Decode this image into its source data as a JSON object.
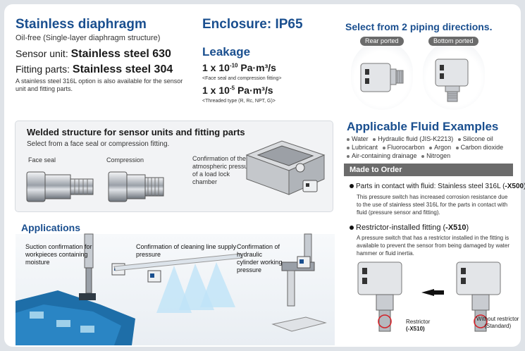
{
  "diaphragm": {
    "title": "Stainless diaphragm",
    "subtitle": "Oil-free (Single-layer diaphragm structure)",
    "sensor_prefix": "Sensor unit: ",
    "sensor_material": "Stainless steel 630",
    "fitting_prefix": "Fitting parts: ",
    "fitting_material": "Stainless steel 304",
    "note": "A stainless steel 316L option is also available for the sensor unit and fitting parts."
  },
  "enclosure": {
    "title": "Enclosure: IP65"
  },
  "leakage": {
    "title": "Leakage",
    "value1_base": "1 x 10",
    "value1_exp": "-10",
    "value1_unit": " Pa·m³/s",
    "note1": "<Face seal and compression fitting>",
    "value2_base": "1 x 10",
    "value2_exp": "-5",
    "value2_unit": " Pa·m³/s",
    "note2": "<Threaded type (R, Rc, NPT, G)>"
  },
  "piping": {
    "title": "Select from 2 piping directions.",
    "rear": "Rear ported",
    "bottom": "Bottom ported"
  },
  "welded": {
    "title": "Welded structure for sensor units and fitting parts",
    "subtitle": "Select from a face seal or compression fitting.",
    "face_seal": "Face seal",
    "compression": "Compression",
    "confirmation": "Confirmation of the atmospheric pressure of a load lock chamber"
  },
  "applications": {
    "title": "Applications",
    "suction": "Suction confirmation for workpieces containing moisture",
    "cleaning": "Confirmation of cleaning line supply pressure",
    "hydraulic": "Confirmation of hydraulic cylinder working pressure"
  },
  "fluids": {
    "title": "Applicable Fluid Examples",
    "items": [
      "Water",
      "Hydraulic fluid (JIS-K2213)",
      "Silicone oil",
      "Lubricant",
      "Fluorocarbon",
      "Argon",
      "Carbon dioxide",
      "Air-containing drainage",
      "Nitrogen"
    ]
  },
  "made_to_order": {
    "title": "Made to Order",
    "opt1_head": "Parts in contact with fluid: Stainless steel 316L (",
    "opt1_code": "-X500",
    "opt1_tail": ")",
    "opt1_desc": "This pressure switch has increased corrosion resistance due to the use of stainless steel 316L for the parts in contact with fluid (pressure sensor and fitting).",
    "opt2_head": "Restrictor-installed fitting (",
    "opt2_code": "-X510",
    "opt2_tail": ")",
    "opt2_desc": "A pressure switch that has a restrictor installed in the fitting is available to prevent the sensor from being damaged by water hammer or fluid inertia.",
    "restrictor_label": "Restrictor",
    "restrictor_code": "(-X510)",
    "without_label": "Without restrictor",
    "without_std": "(Standard)"
  },
  "colors": {
    "title_blue": "#1a4f8f",
    "badge_gray": "#6b6b6b",
    "accent_red": "#d2232a"
  }
}
